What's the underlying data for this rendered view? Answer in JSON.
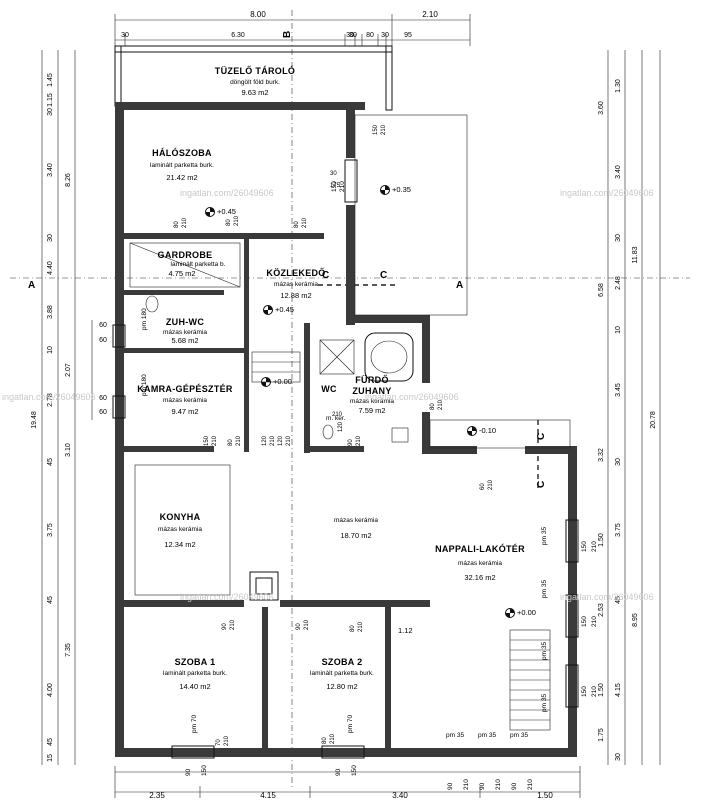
{
  "rooms": [
    {
      "id": "tuzelo",
      "name": "TÜZELŐ TÁROLÓ",
      "sub": "döngölt föld burk.",
      "area": "9.63 m2"
    },
    {
      "id": "haloszoba",
      "name": "HÁLÓSZOBA",
      "sub": "laminált parketta burk.",
      "area": "21.42 m2"
    },
    {
      "id": "gardrobe",
      "name": "GARDROBE",
      "sub": "laminált parketta b.",
      "area": "4.75 m2"
    },
    {
      "id": "kozlekedo",
      "name": "KÖZLEKEDŐ",
      "sub": "mázas kerámia",
      "area": "12.88 m2"
    },
    {
      "id": "zuhwc",
      "name": "ZUH-WC",
      "sub": "mázas kerámia",
      "area": "5.68 m2"
    },
    {
      "id": "kamra",
      "name": "KAMRA-GÉPÉSZTÉR",
      "sub": "mázas kerámia",
      "area": "9.47 m2"
    },
    {
      "id": "furdo",
      "name": "FÜRDŐ",
      "name2": "ZUHANY",
      "sub": "mázas kerámia",
      "area": "7.59 m2"
    },
    {
      "id": "konyha",
      "name": "KONYHA",
      "sub": "mázas kerámia",
      "area": "12.34 m2"
    },
    {
      "id": "etkezo",
      "name": "",
      "sub": "mázas kerámia",
      "area": "18.70 m2"
    },
    {
      "id": "nappali",
      "name": "NAPPALI-LAKÓTÉR",
      "sub": "mázas kerámia",
      "area": "32.16 m2"
    },
    {
      "id": "szoba1",
      "name": "SZOBA 1",
      "sub": "laminált parketta burk.",
      "area": "14.40 m2"
    },
    {
      "id": "szoba2",
      "name": "SZOBA 2",
      "sub": "laminált parketta burk.",
      "area": "12.80 m2"
    }
  ],
  "levels": [
    "+0.35",
    "+0.45",
    "+0.45",
    "+0.00",
    "-0.10",
    "+0.00"
  ],
  "labels": {
    "wc": "WC",
    "section_a": "A",
    "section_b": "B",
    "section_c": "C",
    "pm180a": "pm 180",
    "pm180b": "pm 180",
    "pm70a": "pm 70",
    "pm70b": "pm 70",
    "pm35": "pm 35",
    "mker": "m. ker.",
    "h2": "1.12"
  },
  "watermark": "ingatlan.com/26049606",
  "dims": {
    "top": [
      "8.00",
      "2.10"
    ],
    "top2": [
      "30",
      "6.30",
      "30",
      "30",
      "80",
      "30",
      "95"
    ],
    "bottom": [
      "2.35",
      "4.15",
      "3.40",
      "1.50"
    ],
    "bottom2": [
      "90",
      "150",
      "90",
      "150",
      "90",
      "210",
      "90",
      "210",
      "90",
      "210"
    ],
    "left": [
      "1.45",
      "1.15",
      "30",
      "3.40",
      "30",
      "4.40",
      "3.88",
      "10",
      "2.78",
      "45",
      "3.75",
      "45",
      "4.00",
      "45",
      "15"
    ],
    "left2": [
      "8.26",
      "2.07",
      "3.10",
      "7.35",
      "19.48"
    ],
    "left3": [
      "60",
      "60",
      "60",
      "60"
    ],
    "right": [
      "3.60",
      "1.30",
      "3.40",
      "30",
      "2.48",
      "6.58",
      "10",
      "3.45",
      "3.32",
      "30",
      "3.75",
      "1.50",
      "45",
      "2.53",
      "4.15",
      "1.50",
      "1.75",
      "30"
    ],
    "right2": [
      "11.83",
      "8.95",
      "20.78"
    ],
    "win": [
      "150",
      "210",
      "150",
      "210",
      "150",
      "210",
      "150",
      "210"
    ],
    "doors": [
      "80",
      "210",
      "80",
      "210",
      "150",
      "210",
      "120",
      "210",
      "120",
      "210",
      "80",
      "210",
      "90",
      "210",
      "90",
      "210",
      "90",
      "210",
      "70",
      "210",
      "60",
      "210",
      "80",
      "210",
      "30",
      "175",
      "150",
      "210",
      "120",
      "210",
      "80",
      "210",
      "80",
      "210",
      "80",
      "210"
    ]
  }
}
